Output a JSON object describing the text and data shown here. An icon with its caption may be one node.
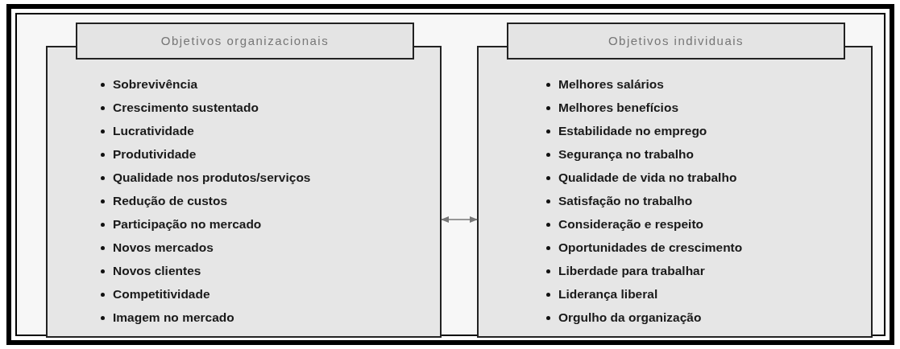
{
  "diagram": {
    "nodes": [
      {
        "text": [
          "Objetivos organizacionais",
          "Sobrevivência",
          "Crescimento sustentado",
          "Lucratividade",
          "Produtividade",
          "Qualidade nos produtos/serviços",
          "Redução de custos",
          "Participação no mercado",
          "Novos mercados",
          "Novos clientes",
          "Competitividade",
          "Imagem no mercado"
        ]
      },
      {
        "text": [
          "Objetivos individuais",
          "Melhores salários",
          "Melhores benefícios",
          "Estabilidade no emprego",
          "Segurança no trabalho",
          "Qualidade de vida no trabalho",
          "Satisfação no trabalho",
          "Consideração e respeito",
          "Oportunidades de crescimento",
          "Liberdade para trabalhar",
          "Liderança liberal",
          "Orgulho da organização"
        ]
      }
    ],
    "edges": [
      {
        "from": 0,
        "to": 1,
        "arrow": "both"
      }
    ]
  }
}
